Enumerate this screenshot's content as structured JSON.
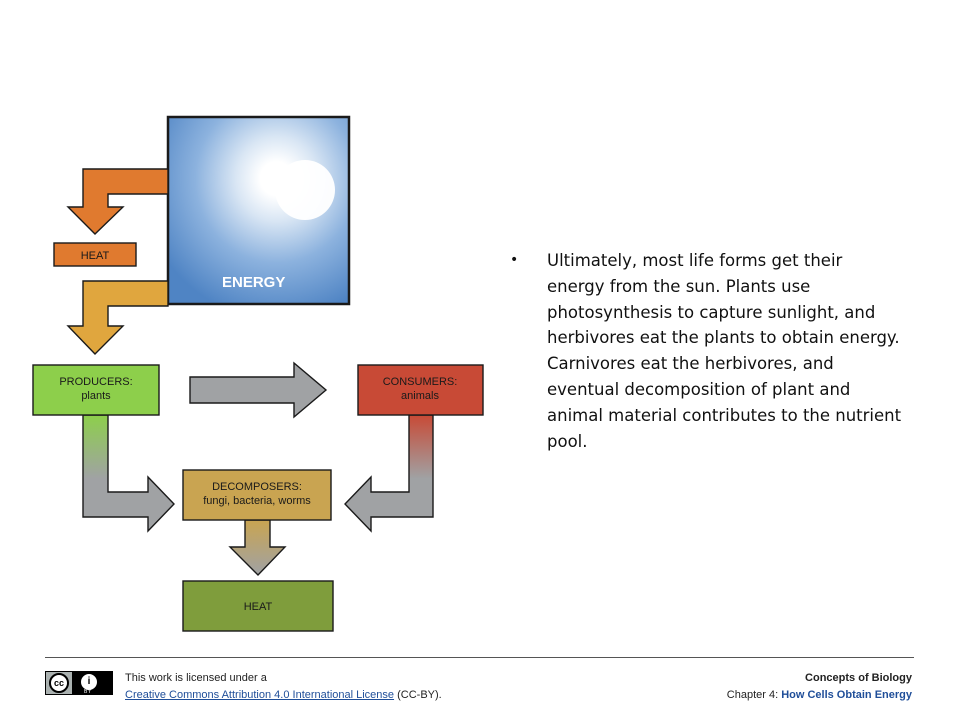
{
  "diagram": {
    "energy_label": "ENERGY",
    "heat_top_label": "HEAT",
    "producers_label_1": "PRODUCERS:",
    "producers_label_2": "plants",
    "consumers_label_1": "CONSUMERS:",
    "consumers_label_2": "animals",
    "decomposers_label_1": "DECOMPOSERS:",
    "decomposers_label_2": "fungi, bacteria, worms",
    "heat_bottom_label": "HEAT",
    "colors": {
      "heat_orange": "#e07a2f",
      "energy_yellow": "#e0a63e",
      "producers_green": "#8dcf4b",
      "consumers_red": "#c84a36",
      "decomposers_tan": "#c9a451",
      "heat_green": "#7f9d3c",
      "arrow_gray": "#a0a2a4",
      "sky_blue": "#6f9fd6"
    }
  },
  "bullet": {
    "text": "Ultimately, most life forms get their energy from the sun. Plants use photosynthesis to capture sunlight, and herbivores eat the plants to obtain energy. Carnivores eat the herbivores, and eventual decomposition of plant and animal material contributes to the nutrient pool."
  },
  "footer": {
    "license_line1": "This work is licensed under a",
    "license_link": "Creative Commons Attribution 4.0 International License",
    "license_suffix": " (CC-BY).",
    "book_title": "Concepts of Biology",
    "chapter_prefix": "Chapter 4: ",
    "chapter_name": "How Cells Obtain Energy",
    "cc_icon_text": "cc",
    "by_icon_text": "i",
    "by_text": "BY"
  }
}
